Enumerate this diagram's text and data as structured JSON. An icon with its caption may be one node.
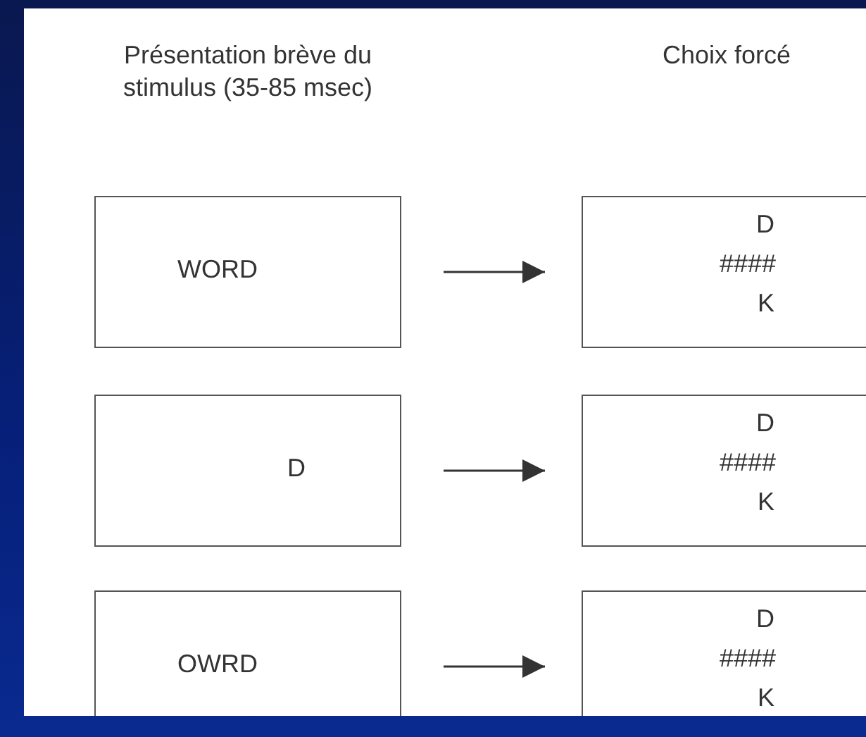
{
  "diagram": {
    "nodes": [
      {
        "text": [
          "WORD"
        ]
      },
      {
        "text": [
          "D",
          "####",
          "K"
        ]
      },
      {
        "text": [
          "D"
        ]
      },
      {
        "text": [
          "D",
          "####",
          "K"
        ]
      },
      {
        "text": [
          "OWRD"
        ]
      },
      {
        "text": [
          "D",
          "####",
          "K"
        ]
      }
    ],
    "edges": [
      {
        "from": 0,
        "to": 1,
        "arrow": "to"
      },
      {
        "from": 2,
        "to": 3,
        "arrow": "to"
      },
      {
        "from": 4,
        "to": 5,
        "arrow": "to"
      }
    ],
    "labels": [
      "Présentation brève du stimulus (35-85 msec)",
      "Choix forcé"
    ]
  }
}
